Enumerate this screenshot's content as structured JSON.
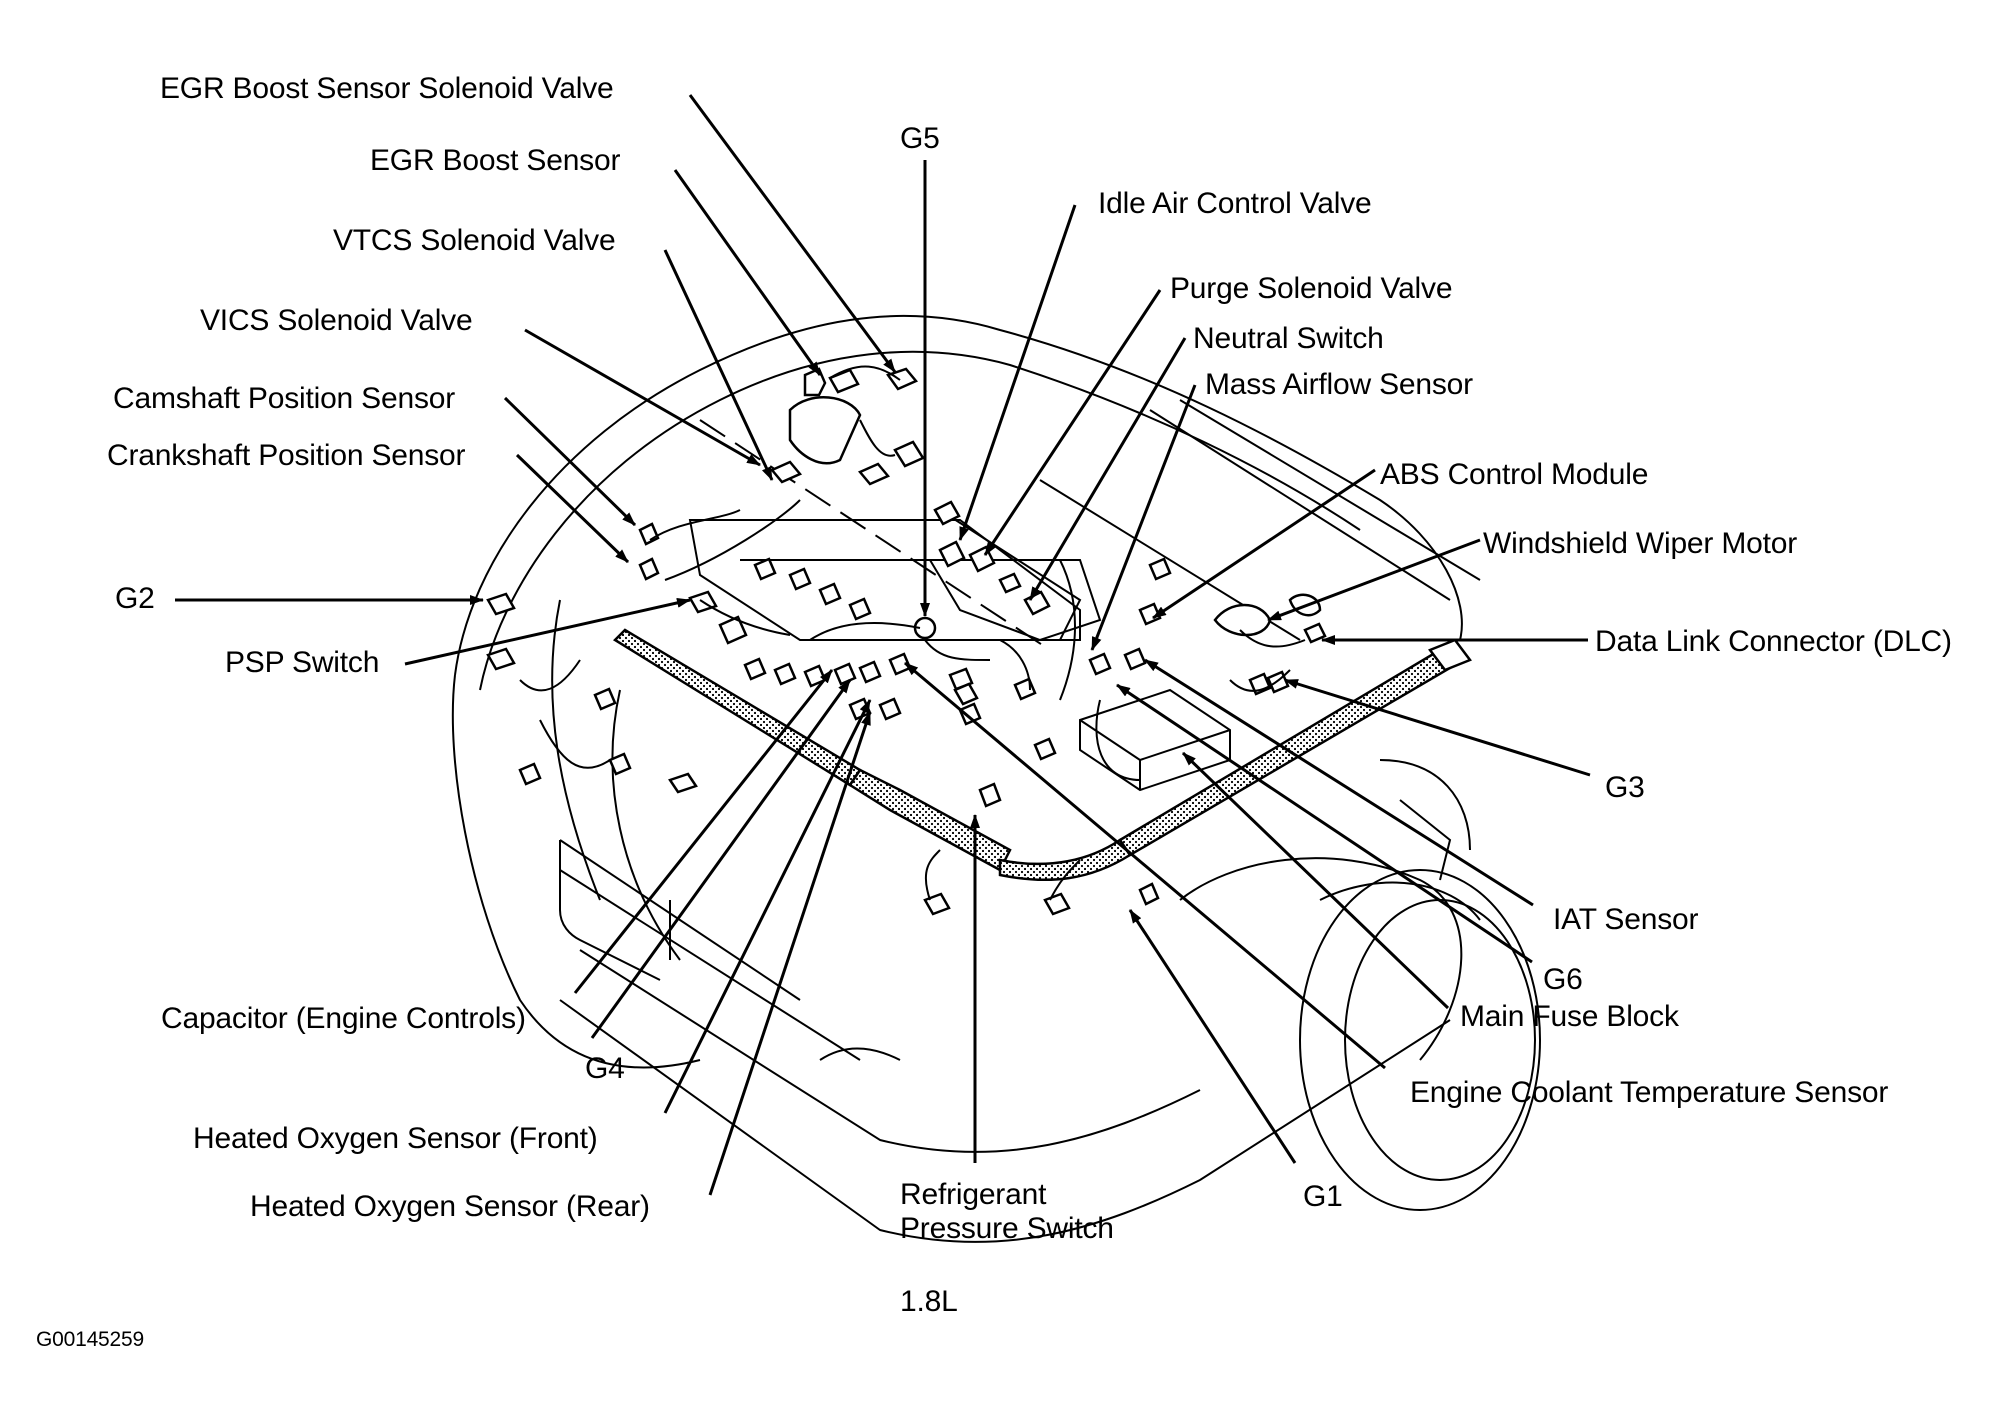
{
  "figure": {
    "engine": "1.8L",
    "figure_id": "G00145259"
  },
  "labels": {
    "egr_boost_sensor_solenoid_valve": "EGR Boost Sensor Solenoid Valve",
    "egr_boost_sensor": "EGR Boost Sensor",
    "vtcs_solenoid_valve": "VTCS Solenoid Valve",
    "vics_solenoid_valve": "VICS Solenoid Valve",
    "camshaft_position_sensor": "Camshaft Position Sensor",
    "crankshaft_position_sensor": "Crankshaft Position Sensor",
    "g2": "G2",
    "psp_switch": "PSP Switch",
    "g5": "G5",
    "idle_air_control_valve": "Idle Air Control Valve",
    "purge_solenoid_valve": "Purge Solenoid Valve",
    "neutral_switch": "Neutral Switch",
    "mass_airflow_sensor": "Mass Airflow Sensor",
    "abs_control_module": "ABS Control Module",
    "windshield_wiper_motor": "Windshield Wiper Motor",
    "data_link_connector": "Data Link Connector (DLC)",
    "g3": "G3",
    "iat_sensor": "IAT Sensor",
    "g6": "G6",
    "main_fuse_block": "Main Fuse Block",
    "engine_coolant_temperature_sensor": "Engine Coolant Temperature Sensor",
    "g1": "G1",
    "refrigerant_pressure_switch_line1": "Refrigerant",
    "refrigerant_pressure_switch_line2": "Pressure Switch",
    "heated_oxygen_sensor_rear": "Heated Oxygen Sensor (Rear)",
    "heated_oxygen_sensor_front": "Heated Oxygen Sensor (Front)",
    "g4": "G4",
    "capacitor_engine_controls": "Capacitor (Engine Controls)"
  }
}
